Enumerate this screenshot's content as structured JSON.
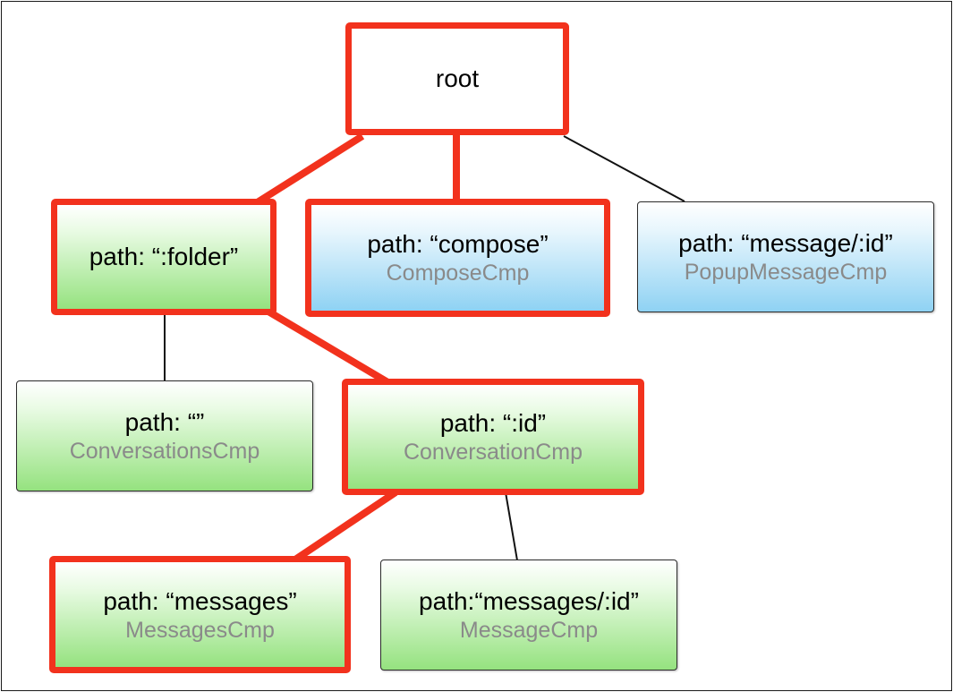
{
  "colors": {
    "highlight": "#f2321d",
    "path_text": "#000000",
    "component_text": "#8a8a8a",
    "green_fill": "#95e27f",
    "blue_fill": "#8fd2f3"
  },
  "nodes": {
    "root": {
      "path": "root",
      "component": ""
    },
    "folder": {
      "path": "path: “:folder”",
      "component": ""
    },
    "compose": {
      "path": "path: “compose”",
      "component": "ComposeCmp"
    },
    "message_popup": {
      "path": "path: “message/:id”",
      "component": "PopupMessageCmp"
    },
    "conversations": {
      "path": "path: “”",
      "component": "ConversationsCmp"
    },
    "conversation": {
      "path": "path: “:id”",
      "component": "ConversationCmp"
    },
    "messages": {
      "path": "path: “messages”",
      "component": "MessagesCmp"
    },
    "message_detail": {
      "path": "path:“messages/:id”",
      "component": "MessageCmp"
    }
  }
}
